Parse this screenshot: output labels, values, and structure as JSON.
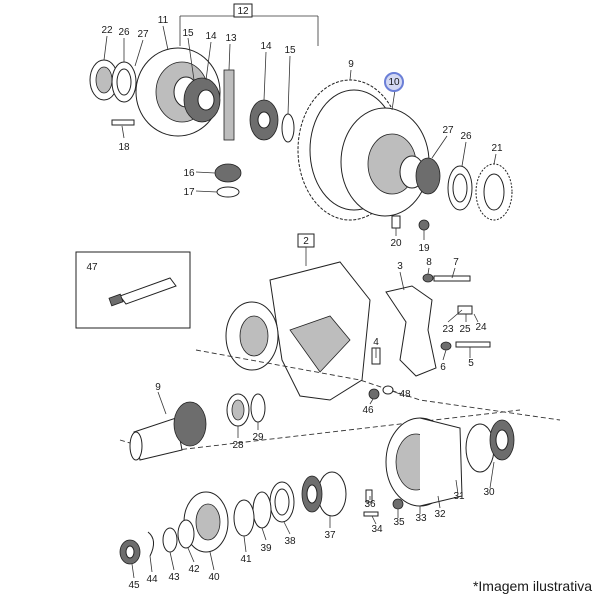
{
  "labels": {
    "l22": "22",
    "l26a": "26",
    "l27a": "27",
    "l15a": "15",
    "l11": "11",
    "l14a": "14",
    "l13": "13",
    "l14b": "14",
    "l15b": "15",
    "l9a": "9",
    "l10": "10",
    "l18": "18",
    "l16": "16",
    "l17": "17",
    "l27b": "27",
    "l26b": "26",
    "l21": "21",
    "l20": "20",
    "l19": "19",
    "l47": "47",
    "l3": "3",
    "l8": "8",
    "l7": "7",
    "l23": "23",
    "l25": "25",
    "l24": "24",
    "l6": "6",
    "l5": "5",
    "l4": "4",
    "l46": "46",
    "l48": "48",
    "l9b": "9",
    "l28": "28",
    "l29": "29",
    "l30": "30",
    "l31": "31",
    "l32": "32",
    "l33": "33",
    "l35": "35",
    "l36": "36",
    "l34": "34",
    "l37": "37",
    "l38": "38",
    "l39": "39",
    "l41": "41",
    "l40": "40",
    "l42": "42",
    "l43": "43",
    "l44": "44",
    "l45": "45"
  },
  "boxes": {
    "b12": "12",
    "b2": "2"
  },
  "highlight_color": "#6b7fd7",
  "footnote": "*Imagem ilustrativa"
}
